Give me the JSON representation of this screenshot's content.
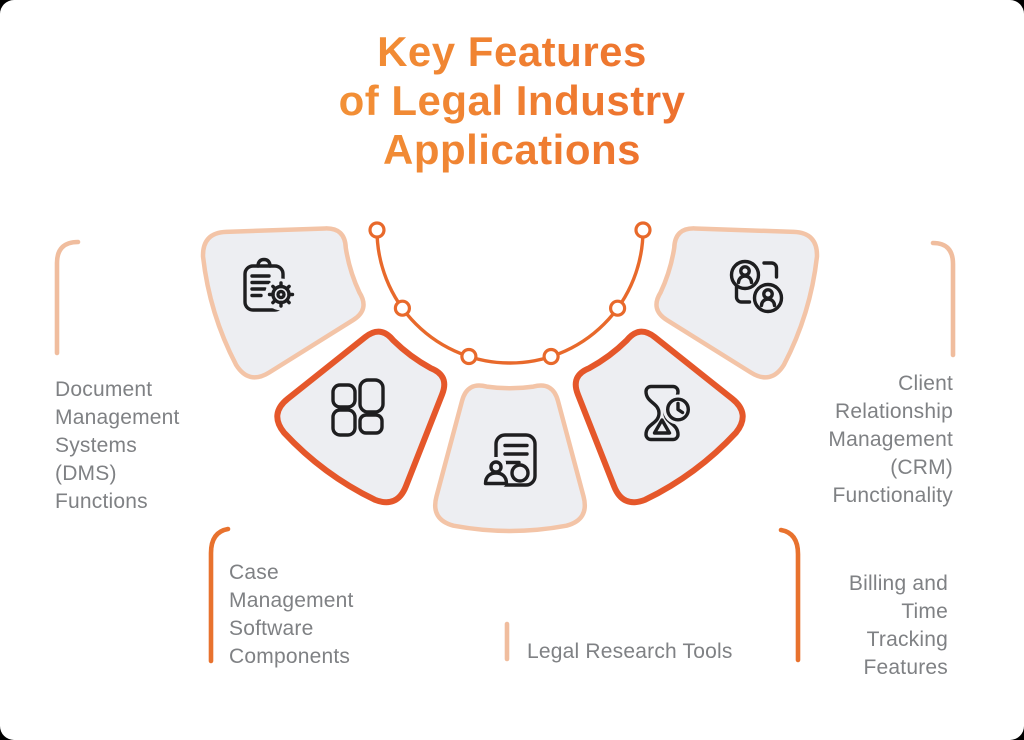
{
  "title": {
    "text": "Key Features\nof Legal Industry\nApplications"
  },
  "theme": {
    "title_gradient_start": "#F6A83C",
    "title_gradient_end": "#E95827",
    "segment_fill": "#EDEEF2",
    "segment_border_peach": "#F3C4A7",
    "segment_border_orange": "#E5572A",
    "arc_color": "#E8692B",
    "connector_peach": "#F0BD9E",
    "connector_orange": "#E8722E",
    "icon_stroke": "#1E1E20",
    "label_color": "#7F8184",
    "background": "#FFFFFF"
  },
  "segments": [
    {
      "label": "Document\nManagement\nSystems\n(DMS)\nFunctions",
      "icon": "clipboard-gear-icon",
      "emphasis": "light"
    },
    {
      "label": "Case\nManagement\nSoftware\nComponents",
      "icon": "grid-components-icon",
      "emphasis": "strong"
    },
    {
      "label": "Legal Research Tools",
      "icon": "person-document-icon",
      "emphasis": "light"
    },
    {
      "label": "Billing and\nTime\nTracking\nFeatures",
      "icon": "hourglass-clock-icon",
      "emphasis": "strong"
    },
    {
      "label": "Client\nRelationship\nManagement\n(CRM)\nFunctionality",
      "icon": "people-network-icon",
      "emphasis": "light"
    }
  ]
}
